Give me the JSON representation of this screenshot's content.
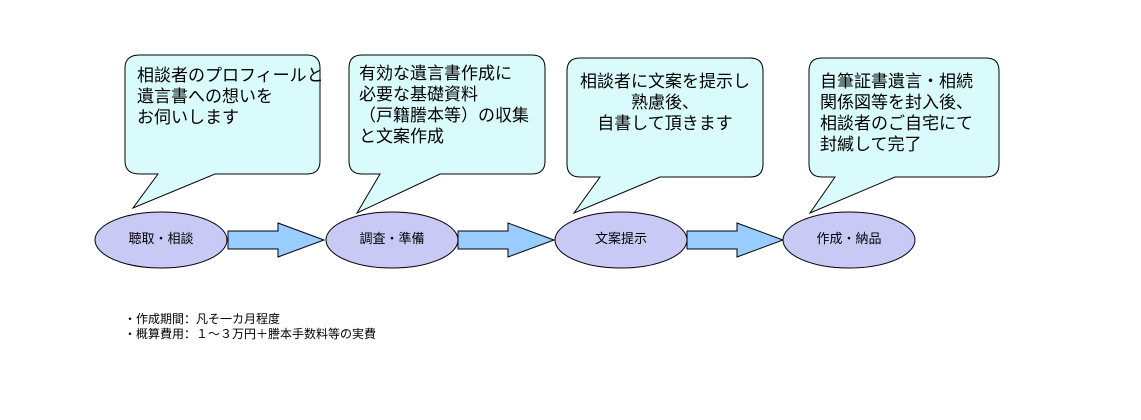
{
  "steps": [
    {
      "label": "聴取・相談",
      "callout": [
        "相談者のプロフィールと",
        "遺言書への想いを",
        "お伺いします"
      ]
    },
    {
      "label": "調査・準備",
      "callout": [
        "有効な遺言書作成に",
        "必要な基礎資料",
        "（戸籍謄本等）の収集",
        "と文案作成"
      ]
    },
    {
      "label": "文案提示",
      "callout": [
        "相談者に文案を提示し",
        "熟慮後、",
        "自書して頂きます"
      ]
    },
    {
      "label": "作成・納品",
      "callout": [
        "自筆証書遺言・相続",
        "関係図等を封入後、",
        "相談者のご自宅にて",
        "封緘して完了"
      ]
    }
  ],
  "notes": [
    "・作成期間：凡そ一カ月程度",
    "・概算費用：１～３万円＋謄本手数料等の実費"
  ],
  "colors": {
    "callout_fill": "#d9fbfb",
    "node_fill": "#c9c9f5",
    "arrow_fill": "#99ccff",
    "stroke": "#000000"
  }
}
